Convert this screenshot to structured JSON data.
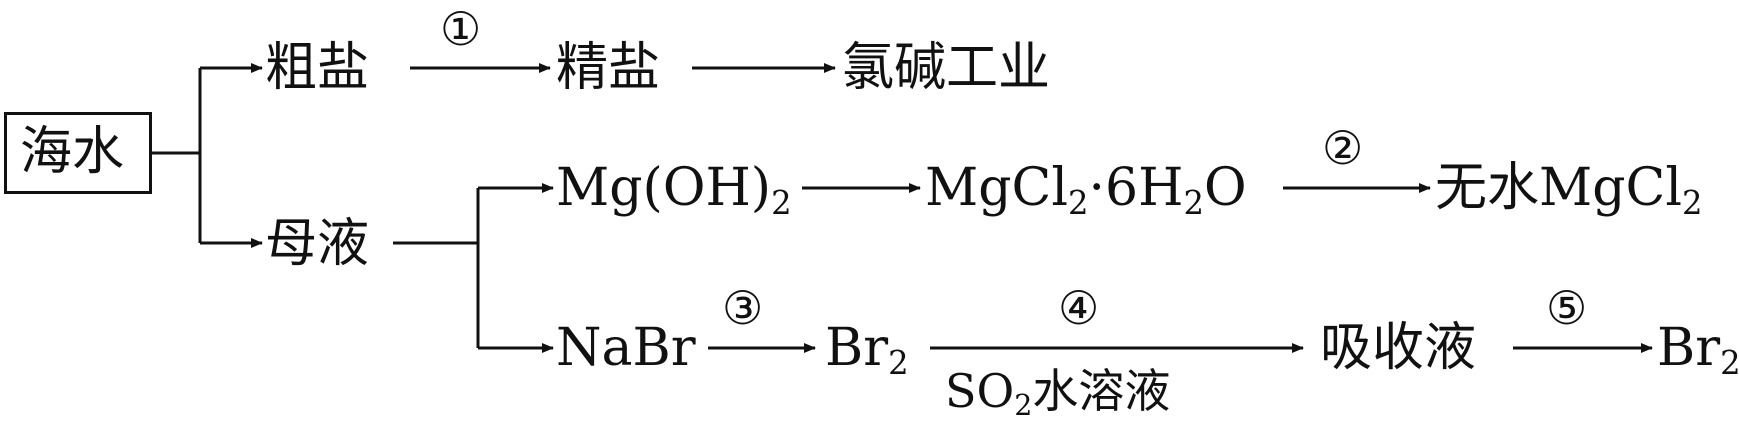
{
  "nodes": {
    "seawater": "海水",
    "crude_salt": "粗盐",
    "refined_salt": "精盐",
    "chlor_alkali": "氯碱工业",
    "mother_liquor": "母液",
    "mg_oh_2": {
      "pre": "Mg(OH)",
      "sub": "2"
    },
    "mgcl2_hydrate": {
      "pre": "MgCl",
      "sub1": "2",
      "mid": "·6H",
      "sub2": "2",
      "post": "O"
    },
    "anhydrous_mgcl2": {
      "pre": "无水MgCl",
      "sub": "2"
    },
    "nabr": "NaBr",
    "br2_a": {
      "pre": "Br",
      "sub": "2"
    },
    "absorbing_liquid": "吸收液",
    "br2_b": {
      "pre": "Br",
      "sub": "2"
    }
  },
  "steps": {
    "s1": "①",
    "s2": "②",
    "s3": "③",
    "s4": "④",
    "s5": "⑤"
  },
  "conditions": {
    "so2": {
      "pre": "SO",
      "sub": "2",
      "post": "水溶液"
    }
  }
}
